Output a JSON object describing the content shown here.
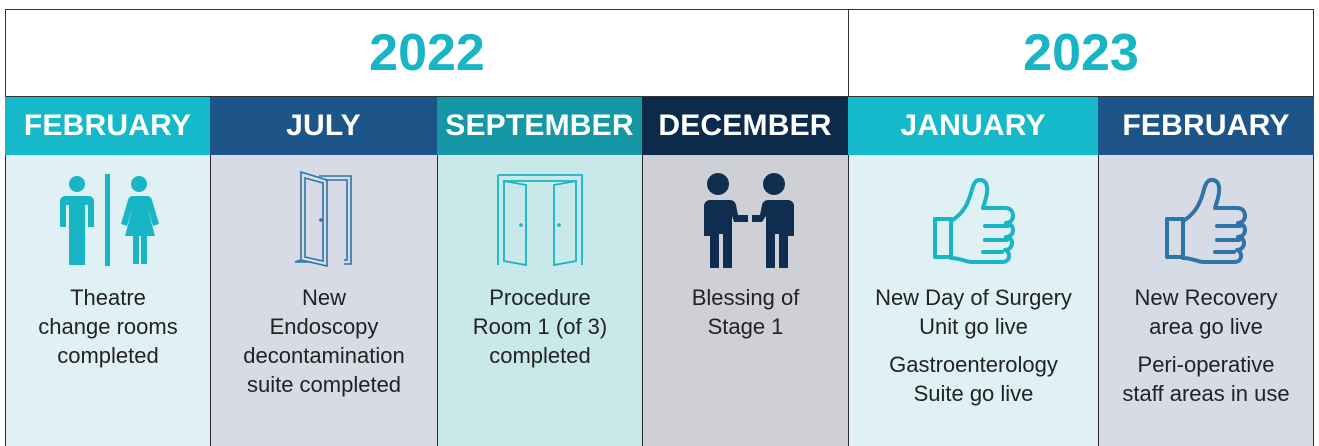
{
  "years": {
    "y2022": "2022",
    "y2023": "2023"
  },
  "colors": {
    "year_text": "#1ab5c4",
    "cyan": "#16b9c9",
    "navy_mid": "#1e5588",
    "teal": "#1597a6",
    "navy_dark": "#0c2a4a",
    "cyan_light_bg": "#dff1f4",
    "lavender_bg": "#d6dbe5",
    "teal_light_bg": "#c9e8ea",
    "grey_bg": "#cfcfd6",
    "icon_cyan": "#17b5c6",
    "icon_blue": "#2f74a6",
    "icon_navy": "#0f2d4e"
  },
  "columns": [
    {
      "month": "FEBRUARY",
      "icon": "restroom-icon",
      "lines": [
        "Theatre",
        "change rooms",
        "completed"
      ]
    },
    {
      "month": "JULY",
      "icon": "door-icon",
      "lines": [
        "New",
        "Endoscopy",
        "decontamination",
        "suite completed"
      ]
    },
    {
      "month": "SEPTEMBER",
      "icon": "double-door-icon",
      "lines": [
        "Procedure",
        "Room 1 (of 3)",
        "completed"
      ]
    },
    {
      "month": "DECEMBER",
      "icon": "handshake-people-icon",
      "lines": [
        "Blessing of",
        "Stage 1"
      ]
    },
    {
      "month": "JANUARY",
      "icon": "thumbs-up-icon",
      "lines": [
        "New Day of Surgery",
        "Unit go live"
      ],
      "lines2": [
        "Gastroenterology",
        "Suite go live"
      ]
    },
    {
      "month": "FEBRUARY",
      "icon": "thumbs-up-icon",
      "lines": [
        "New Recovery",
        "area go live"
      ],
      "lines2": [
        "Peri-operative",
        "staff areas in use"
      ]
    }
  ]
}
